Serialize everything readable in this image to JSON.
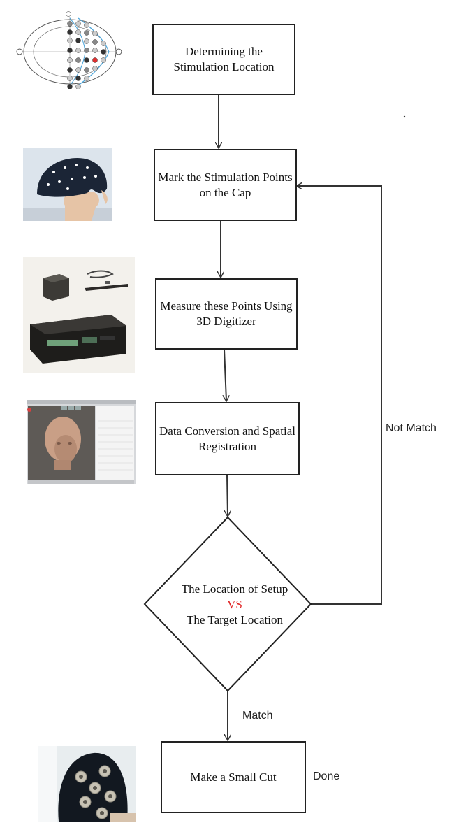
{
  "steps": {
    "s1": "Determining the Stimulation Location",
    "s2": "Mark the Stimulation Points on the Cap",
    "s3": "Measure these Points Using 3D Digitizer",
    "s4": "Data Conversion and Spatial Registration",
    "s5": "Make a Small Cut"
  },
  "decision": {
    "line1": "The Location of Setup",
    "vs": "VS",
    "line2": "The Target Location"
  },
  "labels": {
    "not_match": "Not Match",
    "match": "Match",
    "done": "Done"
  },
  "colors": {
    "vs": "#e02020",
    "line": "#333333"
  }
}
